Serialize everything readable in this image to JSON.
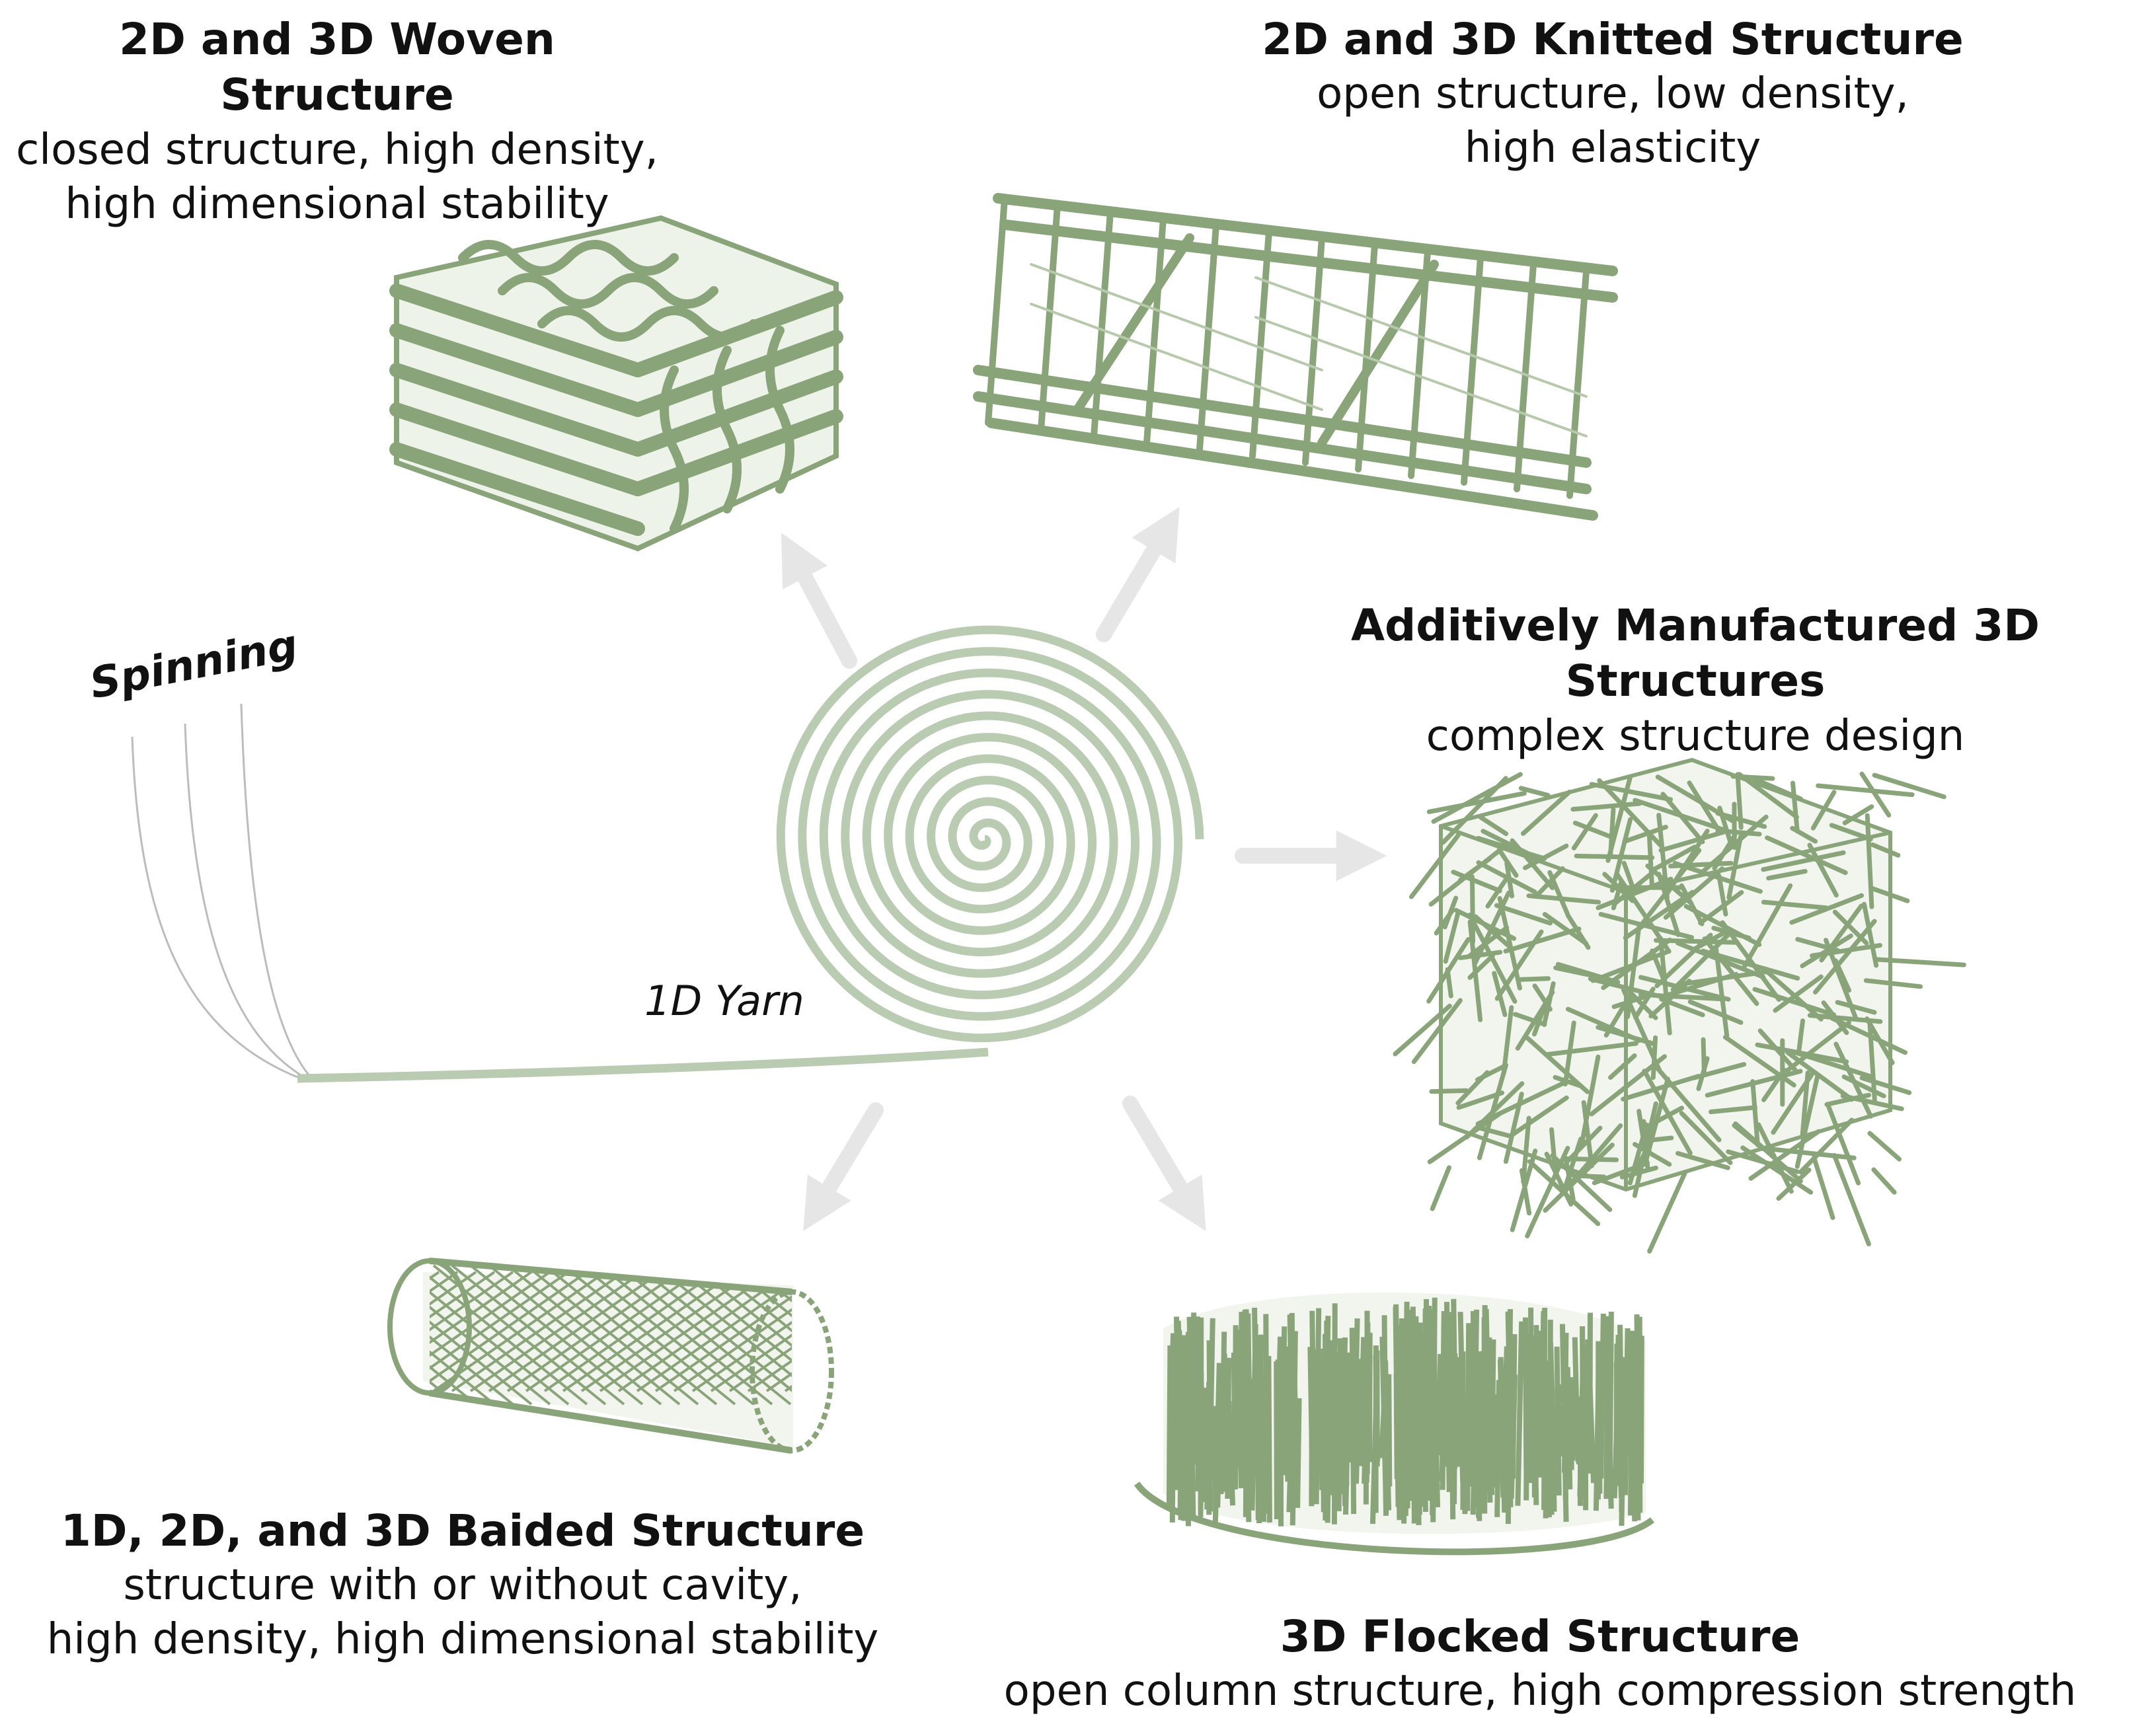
{
  "colors": {
    "structure": "#8aa47a",
    "arrow": "#e6e6e6",
    "yarn": "#b9cbb0",
    "text": "#111111"
  },
  "center": {
    "yarn_label": "1D Yarn",
    "process_label": "Spinning"
  },
  "nodes": {
    "woven": {
      "title": "2D and 3D Woven Structure",
      "lines": [
        "closed structure, high density,",
        "high dimensional stability"
      ]
    },
    "knitted": {
      "title": "2D and 3D Knitted Structure",
      "lines": [
        "open structure, low density,",
        "high elasticity"
      ]
    },
    "additive": {
      "title": "Additively Manufactured 3D Structures",
      "lines": [
        "complex structure design"
      ]
    },
    "braided": {
      "title": "1D, 2D, and 3D Baided Structure",
      "lines": [
        "structure with or without cavity,",
        "high density, high dimensional stability"
      ]
    },
    "flocked": {
      "title": "3D Flocked Structure",
      "lines": [
        "open column structure, high compression strength"
      ]
    }
  }
}
